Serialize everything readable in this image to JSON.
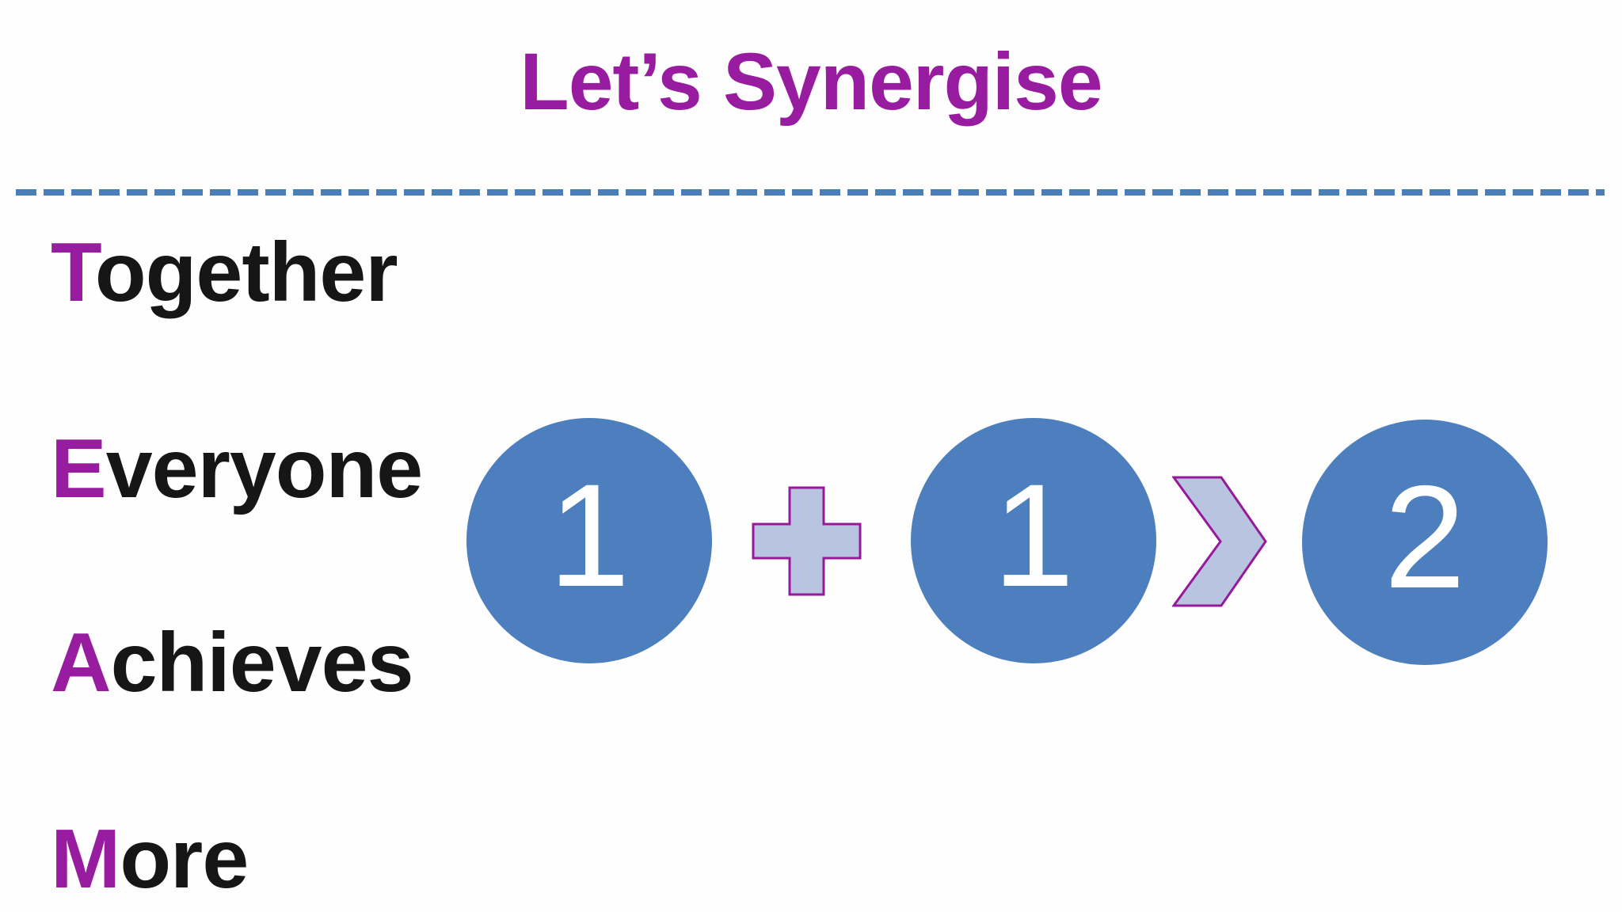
{
  "title": {
    "text": "Let’s Synergise"
  },
  "team": {
    "items": [
      {
        "initial": "T",
        "rest": "ogether"
      },
      {
        "initial": "E",
        "rest": "veryone"
      },
      {
        "initial": "A",
        "rest": "chieves"
      },
      {
        "initial": "M",
        "rest": "ore"
      }
    ]
  },
  "diagram": {
    "circles": [
      {
        "value": "1"
      },
      {
        "value": "1"
      },
      {
        "value": "2"
      }
    ],
    "plus_operator": "+",
    "comparison_operator": ">",
    "meaning": "1 + 1 > 2"
  },
  "colors": {
    "purple": "#981CA0",
    "text_black": "#161616",
    "circle_blue": "#4D7FBE",
    "shape_fill": "#B9C5E0",
    "shape_stroke": "#96199B",
    "dash_blue": "#4A7EBB",
    "background": "#FEFEFE"
  }
}
